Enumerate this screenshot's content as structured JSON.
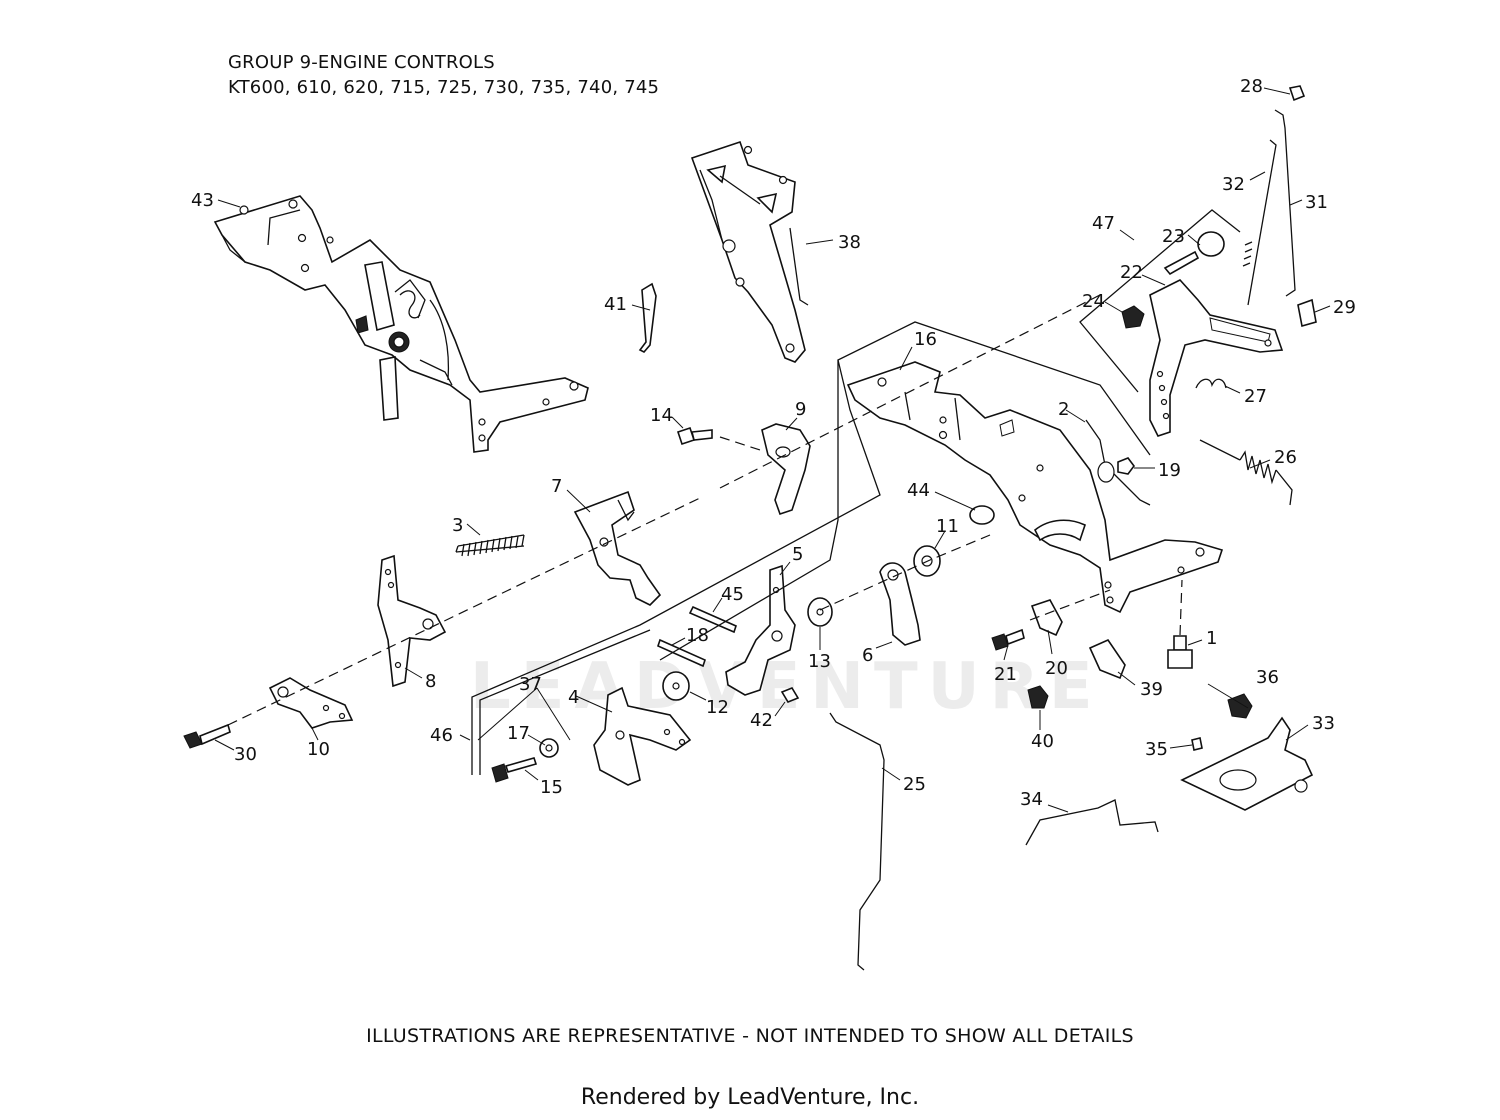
{
  "header": {
    "title_line1": "GROUP 9-ENGINE CONTROLS",
    "title_line2": "KT600, 610, 620, 715, 725, 730, 735, 740, 745"
  },
  "footer": {
    "disclaimer": "ILLUSTRATIONS ARE REPRESENTATIVE - NOT INTENDED TO SHOW ALL DETAILS",
    "credit": "Rendered by LeadVenture, Inc."
  },
  "watermark": {
    "text": "LEADVENTURE"
  },
  "callouts": {
    "c1": "1",
    "c2": "2",
    "c3": "3",
    "c4": "4",
    "c5": "5",
    "c6": "6",
    "c7": "7",
    "c8": "8",
    "c9": "9",
    "c10": "10",
    "c11": "11",
    "c12": "12",
    "c13": "13",
    "c14": "14",
    "c15": "15",
    "c16": "16",
    "c17": "17",
    "c18": "18",
    "c19": "19",
    "c20": "20",
    "c21": "21",
    "c22": "22",
    "c23": "23",
    "c24": "24",
    "c25": "25",
    "c26": "26",
    "c27": "27",
    "c28": "28",
    "c29": "29",
    "c30": "30",
    "c31": "31",
    "c32": "32",
    "c33": "33",
    "c34": "34",
    "c35": "35",
    "c36": "36",
    "c37": "37",
    "c38": "38",
    "c39": "39",
    "c40": "40",
    "c41": "41",
    "c42": "42",
    "c43": "43",
    "c44": "44",
    "c45": "45",
    "c46": "46",
    "c47": "47"
  }
}
